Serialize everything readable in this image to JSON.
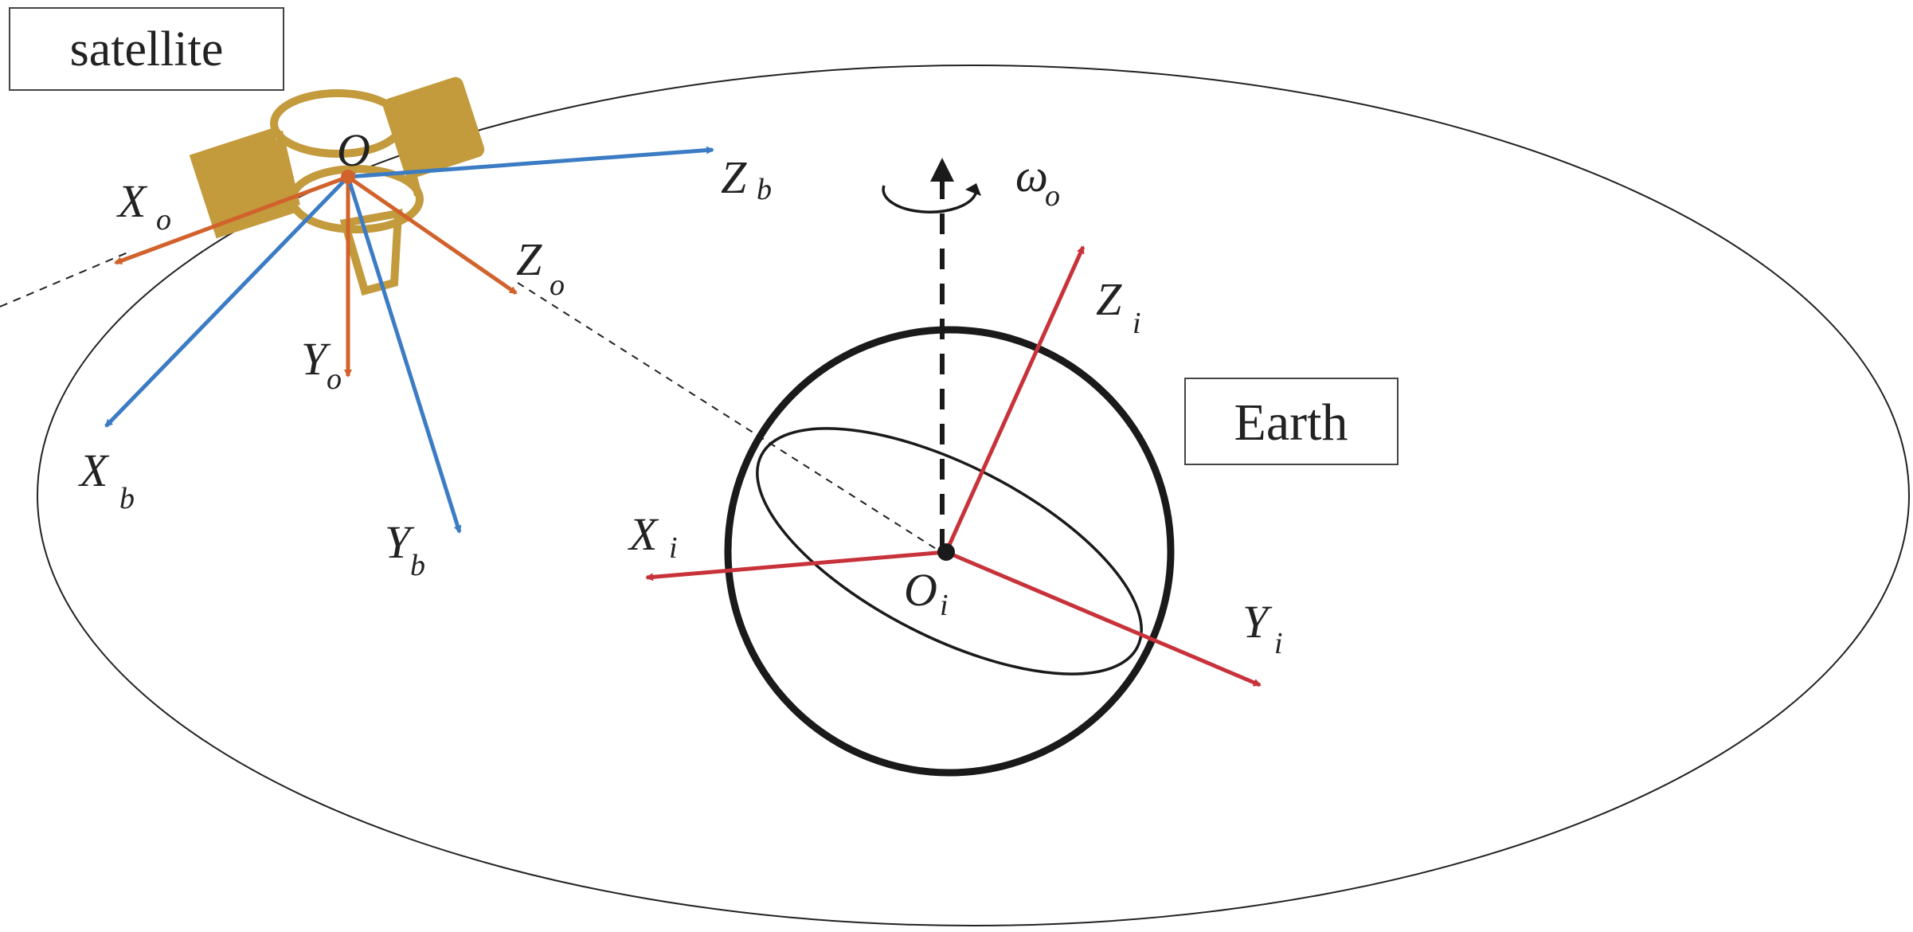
{
  "boxes": {
    "satellite": "satellite",
    "earth": "Earth"
  },
  "satellite_frame": {
    "origin": "O",
    "orbit_axes": [
      {
        "base": "X",
        "sub": "o"
      },
      {
        "base": "Y",
        "sub": "o"
      },
      {
        "base": "Z",
        "sub": "o"
      }
    ],
    "body_axes": [
      {
        "base": "X",
        "sub": "b"
      },
      {
        "base": "Y",
        "sub": "b"
      },
      {
        "base": "Z",
        "sub": "b"
      }
    ]
  },
  "earth_frame": {
    "origin": {
      "base": "O",
      "sub": "i"
    },
    "axes": [
      {
        "base": "X",
        "sub": "i"
      },
      {
        "base": "Y",
        "sub": "i"
      },
      {
        "base": "Z",
        "sub": "i"
      }
    ],
    "rotation": {
      "base": "ω",
      "sub": "o"
    }
  },
  "colors": {
    "orbit_axes": "#d2622c",
    "body_axes": "#3b7cc4",
    "inertial_axes": "#c8323a",
    "satellite_body": "#c39a3c",
    "outline": "#1a1a1a"
  }
}
